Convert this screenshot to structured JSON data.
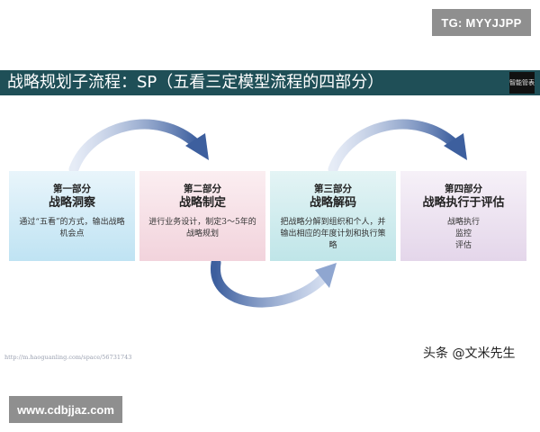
{
  "tg_badge": "TG: MYYJJPP",
  "title": "战略规划子流程：SP（五看三定模型流程的四部分）",
  "logo": {
    "line1": "智能管表",
    "line2": ""
  },
  "cards": [
    {
      "part": "第一部分",
      "name": "战略洞察",
      "desc": "通过“五看”的方式，输出战略机会点"
    },
    {
      "part": "第二部分",
      "name": "战略制定",
      "desc": "进行业务设计，制定3～5年的战略规划"
    },
    {
      "part": "第三部分",
      "name": "战略解码",
      "desc": "把战略分解到组织和个人，并输出相应的年度计划和执行策略"
    },
    {
      "part": "第四部分",
      "name": "战略执行于评估",
      "desc": "战略执行\n监控\n评估"
    }
  ],
  "url": "http://m.haoguanling.com/space/56731743",
  "watermark": "头条 @文米先生",
  "site_badge": "www.cdbjjaz.com",
  "colors": {
    "title_bar": "#1f4f57",
    "arrow": "#4a6fa8",
    "badge": "#8f8f8f"
  }
}
